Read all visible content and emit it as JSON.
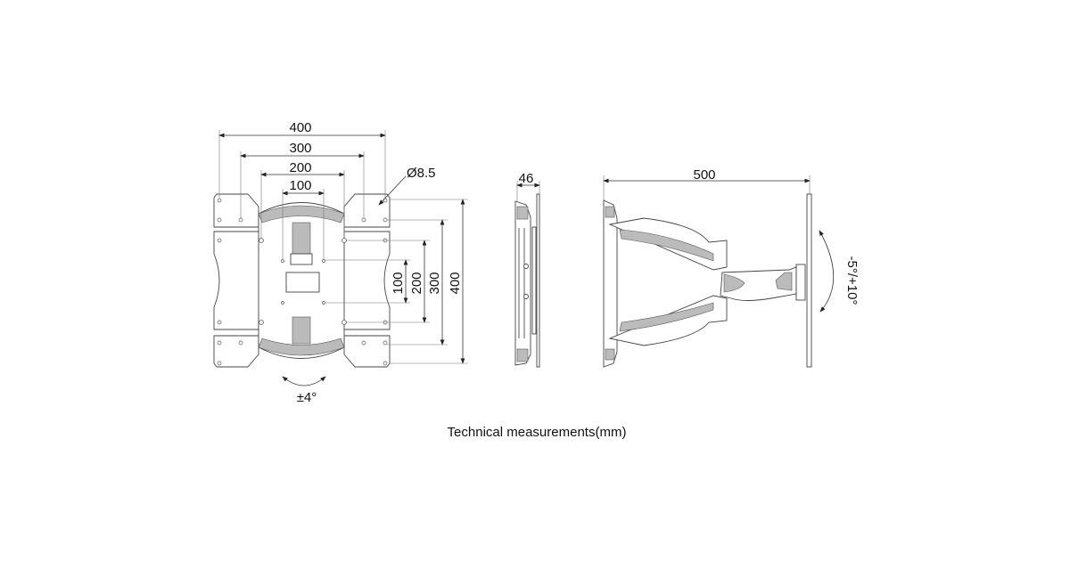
{
  "front_view": {
    "width_dims": [
      "400",
      "300",
      "200",
      "100"
    ],
    "height_dims": [
      "100",
      "200",
      "300",
      "400"
    ],
    "hole_diameter": "Ø8.5",
    "tilt_rotation": "±4°"
  },
  "side_view": {
    "depth_min": "46"
  },
  "arm_view": {
    "max_extension": "500",
    "tilt_range": "-5°/+10°"
  },
  "caption": "Technical measurements(mm)"
}
